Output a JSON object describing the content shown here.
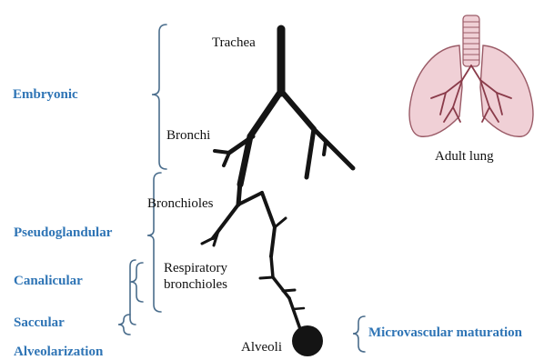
{
  "stages": {
    "embryonic": "Embryonic",
    "pseudoglandular": "Pseudoglandular",
    "canalicular": "Canalicular",
    "saccular": "Saccular",
    "alveolarization": "Alveolarization"
  },
  "structures": {
    "trachea": "Trachea",
    "bronchi": "Bronchi",
    "bronchioles": "Bronchioles",
    "respiratory_bronchioles_line1": "Respiratory",
    "respiratory_bronchioles_line2": "bronchioles",
    "alveoli": "Alveoli"
  },
  "adult_lung_label": "Adult lung",
  "microvascular_label": "Microvascular maturation",
  "colors": {
    "stage_blue": "#2e74b5",
    "bracket": "#4a6d8c",
    "airway": "#141414",
    "lung_fill": "#f0d0d6",
    "lung_vessel": "#8a3b4a"
  }
}
